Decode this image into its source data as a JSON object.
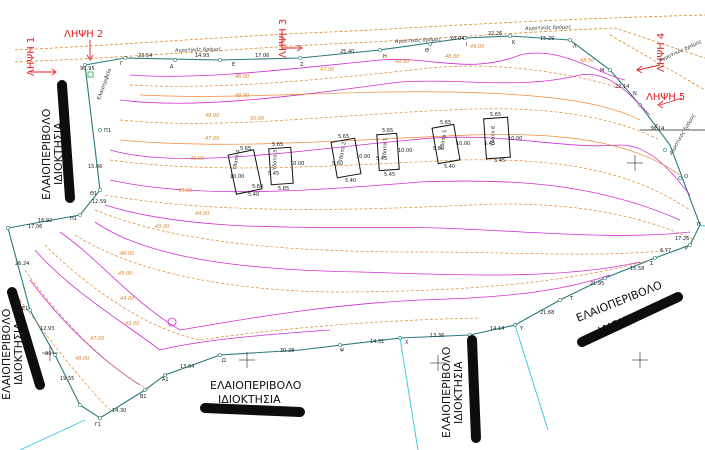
{
  "lines": {
    "l1": "ΛΗΨΗ 1",
    "l2": "ΛΗΨΗ 2",
    "l3": "ΛΗΨΗ 3",
    "l4": "ΛΗΨΗ 4",
    "l5": "ΛΗΨΗ 5"
  },
  "neighbours": {
    "n1": [
      "ΕΛΑΙΟΠΕΡΙΒΟΛΟ",
      "ΙΔΙΟΚΤΗΣΙΑ"
    ],
    "n2": [
      "ΕΛΑΙΟΠΕΡΙΒΟΛΟ",
      "ΙΔΙΟΚΤΗΣΙΑ"
    ],
    "n3": [
      "ΕΛΑΙΟΠΕΡΙΒΟΛΟ",
      "ΙΔΙΟΚΤΗΣΙΑ"
    ],
    "n4": [
      "ΕΛΑΙΟΠΕΡΙΒΟΛΟ",
      "ΙΔΙΟΚΤΗΣΙΑ"
    ],
    "n5": [
      "ΕΛΑΙΟΠΕΡΙΒΟΛΟ",
      "ΙΔΙΟΚΤΗΣΙΑ"
    ]
  },
  "roads": {
    "r1": "Αγροτικός δρόμος",
    "r2": "Αγροτικός δρόμος",
    "r3": "Αγροτικός δρόμος",
    "r4": "Αγροτικός δρόμος",
    "r5": "Αγροτικός δρόμος"
  },
  "vertices": [
    "Γ",
    "Δ",
    "Ε",
    "Ζ",
    "Η",
    "Θ",
    "Ι",
    "Κ",
    "Λ",
    "Μ",
    "Ν",
    "Ξ",
    "Ο",
    "Π",
    "Ρ",
    "Σ",
    "Τ",
    "Υ",
    "Φ",
    "Χ",
    "Ψ",
    "Ω",
    "Α1",
    "Β1",
    "Γ1",
    "Δ1",
    "Ε1",
    "Η1",
    "Θ1",
    "Π1"
  ],
  "edges": [
    "12.59",
    "16.92",
    "23.54",
    "14.93",
    "25.40",
    "20.04",
    "22.26",
    "15.29",
    "22.14",
    "36.14",
    "17.26",
    "15.58",
    "30.28",
    "21.68",
    "6.77",
    "13.36",
    "14.30",
    "21.95",
    "14.31",
    "14.14",
    "13.64",
    "26.24",
    "19.55",
    "12.93",
    "17.06",
    "15.66",
    "17.06"
  ],
  "contours": [
    "46.00",
    "47.00",
    "48.00",
    "48.50",
    "49.00",
    "48.50",
    "48.00",
    "47.00",
    "46.00",
    "45.00",
    "44.00",
    "43.00",
    "46.00",
    "45.00",
    "44.00",
    "43.00",
    "47.00",
    "48.00",
    "49.00",
    "50.00"
  ],
  "buildings": [
    {
      "name": "Υδατο 4",
      "w": "5.65",
      "h": "10.00",
      "d1": "5.40",
      "d2": "5.60"
    },
    {
      "name": "Υδατο 3",
      "w": "5.65",
      "h": "10.00",
      "d1": "5.85",
      "d2": "5.45"
    },
    {
      "name": "Υδατο 2",
      "w": "5.65",
      "h": "10.00",
      "d1": "5.40",
      "d2": "5.60"
    },
    {
      "name": "Υδατο 1",
      "w": "5.65",
      "h": "10.00",
      "d1": "5.45",
      "d2": "5.45"
    },
    {
      "name": "Υδατο 5",
      "w": "5.65",
      "h": "10.00",
      "d1": "5.40",
      "d2": "5.60"
    },
    {
      "name": "Υδατο 6",
      "w": "5.65",
      "h": "10.00",
      "d1": "5.45",
      "d2": "5.45"
    }
  ],
  "misc": {
    "corner_code": "9C.95",
    "oil": "Ελαιοτριβείο"
  }
}
